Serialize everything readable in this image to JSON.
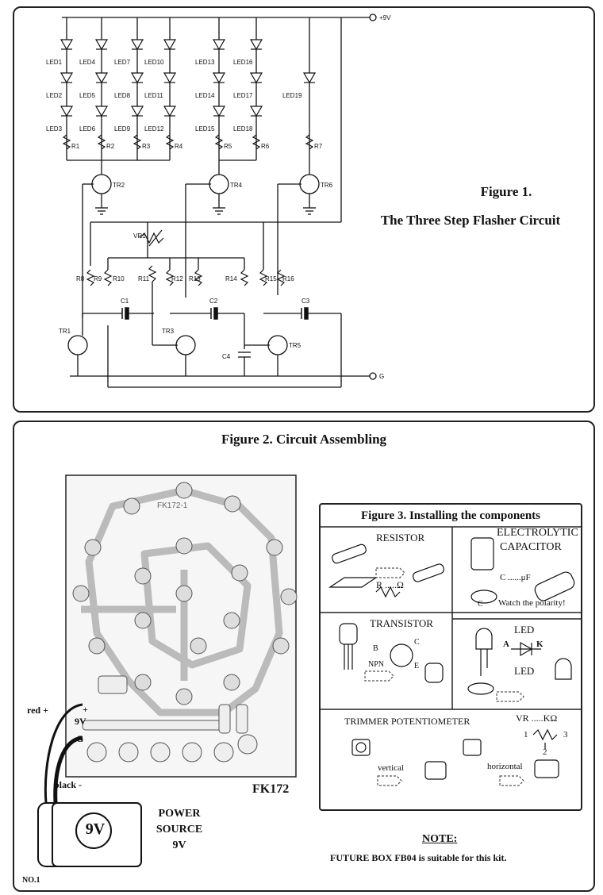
{
  "figure1": {
    "title": "Figure 1.",
    "subtitle": "The Three Step Flasher Circuit",
    "supply_pos": "+9V",
    "supply_gnd": "G",
    "leds": [
      "LED1",
      "LED2",
      "LED3",
      "LED4",
      "LED5",
      "LED6",
      "LED7",
      "LED8",
      "LED9",
      "LED10",
      "LED11",
      "LED12",
      "LED13",
      "LED14",
      "LED15",
      "LED16",
      "LED17",
      "LED18",
      "LED19"
    ],
    "resistors_top": [
      "R1",
      "R2",
      "R3",
      "R4",
      "R5",
      "R6",
      "R7"
    ],
    "resistors_mid": [
      "R8",
      "R9",
      "R10",
      "R11",
      "R12",
      "R13",
      "R14",
      "R15",
      "R16"
    ],
    "transistors": [
      "TR1",
      "TR2",
      "TR3",
      "TR4",
      "TR5",
      "TR6"
    ],
    "capacitors": [
      "C1",
      "C2",
      "C3",
      "C4"
    ],
    "trimmer": "VR1"
  },
  "figure2": {
    "title": "Figure 2. Circuit Assembling",
    "pcb_label": "FK172",
    "pcb_mirror_text": "FK172-1",
    "battery_red": "red +",
    "battery_black": "black -",
    "battery_9v": "9V",
    "battery_text": "9V",
    "g_label": "G",
    "plus_label": "+",
    "power_line1": "POWER",
    "power_line2": "SOURCE",
    "power_line3": "9V",
    "note_title": "NOTE:",
    "note_text": "FUTURE BOX FB04 is suitable for this kit.",
    "page_no": "NO.1"
  },
  "figure3": {
    "title": "Figure 3. Installing the components",
    "resistor": "RESISTOR",
    "resistor_sym": "R .....Ω",
    "electrolytic1": "ELECTROLYTIC",
    "electrolytic2": "CAPACITOR",
    "cap_sym": "C ......μF",
    "cap_c": "C",
    "polarity": "Watch the polarity!",
    "transistor": "TRANSISTOR",
    "npn": "NPN",
    "tr_b": "B",
    "tr_c": "C",
    "tr_e": "E",
    "led": "LED",
    "led2": "LED",
    "led_a": "A",
    "led_k": "K",
    "trimmer": "TRIMMER POTENTIOMETER",
    "vr_sym": "VR .....KΩ",
    "vr_pin1": "1",
    "vr_pin2": "2",
    "vr_pin3": "3",
    "vertical": "vertical",
    "horizontal": "horizontal"
  }
}
